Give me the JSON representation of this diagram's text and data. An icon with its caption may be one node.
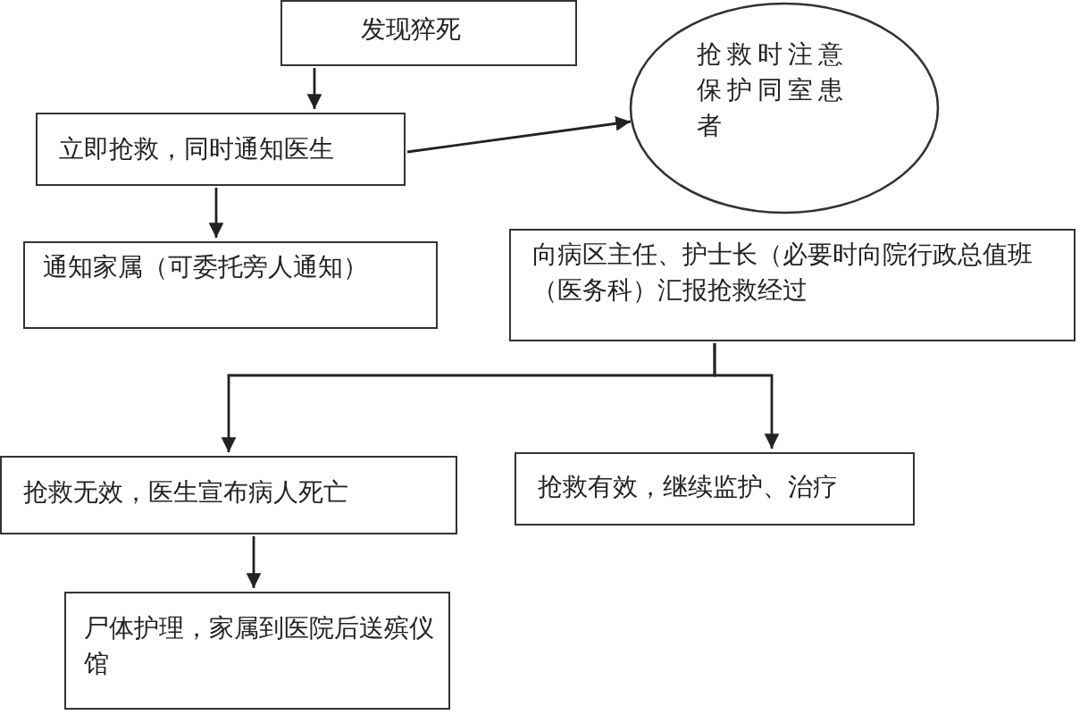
{
  "diagram": {
    "nodes": [
      {
        "text": [
          "发现猝死"
        ]
      },
      {
        "text": [
          "立即抢救，同时通知医生"
        ]
      },
      {
        "text": [
          "抢救时注意保护同室患者"
        ]
      },
      {
        "text": [
          "通知家属（可委托旁人通知）"
        ]
      },
      {
        "text": [
          "向病区主任、护士长（必要时向院行政总值班（医务科）汇报抢救经过"
        ]
      },
      {
        "text": [
          "抢救无效，医生宣布病人死亡"
        ]
      },
      {
        "text": [
          "抢救有效，继续监护、治疗"
        ]
      },
      {
        "text": [
          "尸体护理，家属到医院后送殡仪馆"
        ]
      }
    ],
    "edges": [
      {
        "from": 0,
        "to": 1,
        "arrow": "to"
      },
      {
        "from": 1,
        "to": 2,
        "arrow": "to"
      },
      {
        "from": 1,
        "to": 3,
        "arrow": "to"
      },
      {
        "from": 4,
        "to": 5,
        "arrow": "to"
      },
      {
        "from": 4,
        "to": 6,
        "arrow": "to"
      },
      {
        "from": 5,
        "to": 7,
        "arrow": "to"
      }
    ]
  }
}
